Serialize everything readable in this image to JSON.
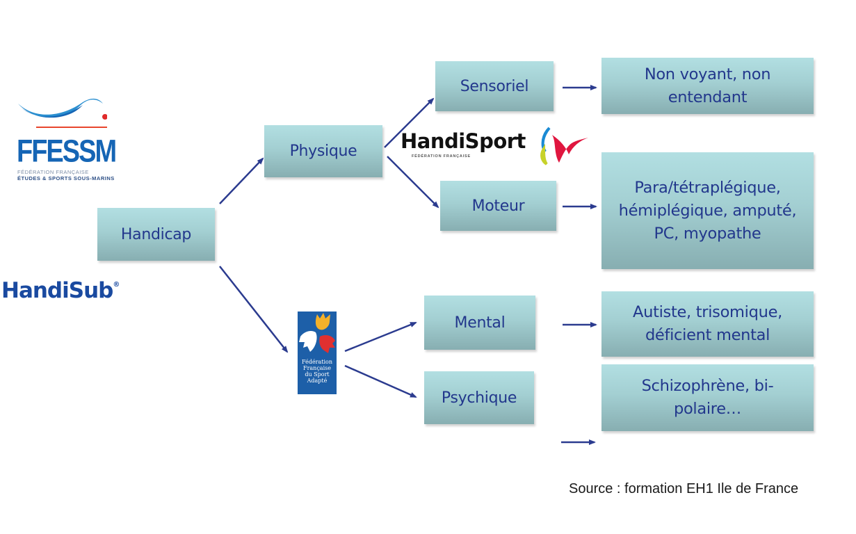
{
  "diagram": {
    "nodes": {
      "handicap": "Handicap",
      "physique": "Physique",
      "sensoriel": "Sensoriel",
      "moteur": "Moteur",
      "mental": "Mental",
      "psychique": "Psychique"
    },
    "descriptions": {
      "sensoriel": [
        "Non voyant, non",
        "entendant"
      ],
      "moteur": [
        "Para/tétraplégique,",
        "hémiplégique, amputé,",
        "PC, myopathe"
      ],
      "mental": [
        "Autiste, trisomique,",
        "déficient mental"
      ],
      "psychique": [
        "Schizophrène, bi-",
        "polaire…"
      ]
    },
    "edges": [
      {
        "from": "handicap",
        "to": "physique"
      },
      {
        "from": "handicap",
        "to": "ffsa-logo"
      },
      {
        "from": "physique",
        "to": "sensoriel"
      },
      {
        "from": "physique",
        "to": "moteur"
      },
      {
        "from": "ffsa-logo",
        "to": "mental"
      },
      {
        "from": "ffsa-logo",
        "to": "psychique"
      },
      {
        "from": "sensoriel",
        "to": "sensoriel-description"
      },
      {
        "from": "moteur",
        "to": "moteur-description"
      },
      {
        "from": "mental",
        "to": "mental-description"
      }
    ]
  },
  "logos": {
    "ffessm": {
      "name": "FFESSM",
      "line1": "FÉDÉRATION FRANÇAISE",
      "line2": "ÉTUDES & SPORTS SOUS-MARINS"
    },
    "handisub": {
      "name": "HandiSub",
      "mark": "®"
    },
    "handisport": {
      "name": "HandiSport",
      "subtitle": "FÉDÉRATION FRANÇAISE"
    },
    "ffsa": {
      "lines": [
        "Fédération",
        "Française",
        "du Sport",
        "Adapté"
      ]
    }
  },
  "source": "Source : formation EH1 Ile de France",
  "colors": {
    "box_top": "#b2dfe2",
    "box_bottom": "#87aeb1",
    "text": "#22378c",
    "arrow": "#2b3b8f",
    "ffessm_blue": "#1565b5",
    "ffessm_red": "#e8452c",
    "handisub_blue": "#1a4aa0",
    "ffsa_blue": "#1d5fa8"
  }
}
